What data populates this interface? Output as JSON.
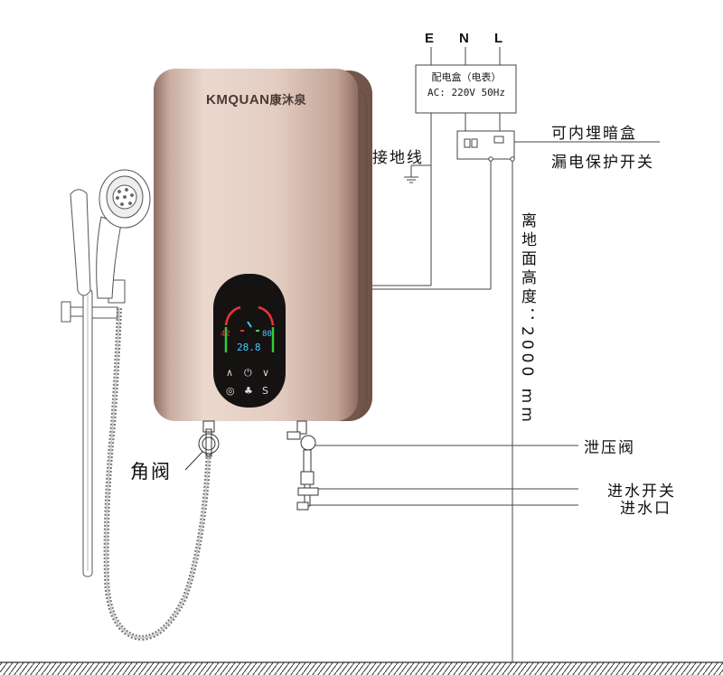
{
  "wiring": {
    "terminals": [
      "E",
      "N",
      "L"
    ],
    "distribution_box": {
      "title": "配电盒（电表）",
      "spec": "AC: 220V 50Hz"
    },
    "ground_label": "接地线",
    "embedded_box_label": "可内埋暗盒",
    "leakage_switch_label": "漏电保护开关"
  },
  "heater": {
    "brand": "KMQUAN",
    "brand_cn": "康沐泉",
    "display": {
      "left_temp": "42",
      "right_temp": "80",
      "center_readout": "28.8"
    },
    "button_symbols": [
      "∧",
      "⏻",
      "∨",
      "◎",
      "♣",
      "S"
    ]
  },
  "labels": {
    "height": "离地面高度：2000 mm",
    "angle_valve": "角阀",
    "pressure_valve": "泄压阀",
    "inlet_switch": "进水开关",
    "inlet": "进水口"
  },
  "colors": {
    "body_light": "#e6d2c8",
    "body_dark": "#9e7f72",
    "panel": "#141414"
  }
}
